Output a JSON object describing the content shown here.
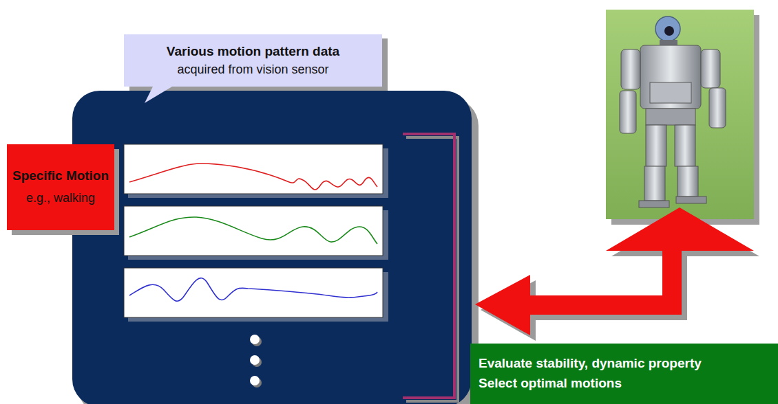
{
  "diagram": {
    "nodes": [
      {
        "text": [
          "Various motion pattern data",
          "acquired from vision sensor"
        ]
      },
      {
        "text": [
          "Specific Motion",
          "e.g., walking"
        ]
      },
      {
        "text": [
          "Evaluate stability, dynamic property",
          "Select optimal motions"
        ]
      }
    ]
  }
}
